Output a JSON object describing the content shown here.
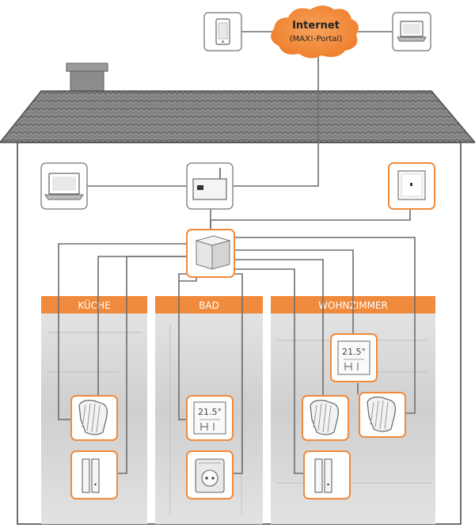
{
  "cloud": {
    "title": "Internet",
    "subtitle": "(MAX!-Portal)"
  },
  "rooms": [
    {
      "label": "KÜCHE"
    },
    {
      "label": "BAD"
    },
    {
      "label": "WOHNZIMMER"
    }
  ],
  "displays": {
    "bad_wall_thermostat": "21.5°",
    "wohnzimmer_wall_thermostat": "21.5°"
  },
  "colors": {
    "accent": "#f08a3c",
    "line": "#6e6e6e",
    "roof": "#7f7f7f",
    "room_bg": "#d9d9d9"
  },
  "devices": {
    "internet_smartphone": "smartphone-icon",
    "internet_laptop": "laptop-icon",
    "home_laptop": "laptop-icon",
    "cube_lan_gateway": "router-icon",
    "eco_switch": "wall-switch-icon",
    "max_cube": "cube-icon",
    "radiator_thermostat": "thermostat-head-icon",
    "window_sensor": "window-sensor-icon",
    "wall_thermostat": "wall-thermostat-icon",
    "plug_adapter": "plug-icon"
  }
}
